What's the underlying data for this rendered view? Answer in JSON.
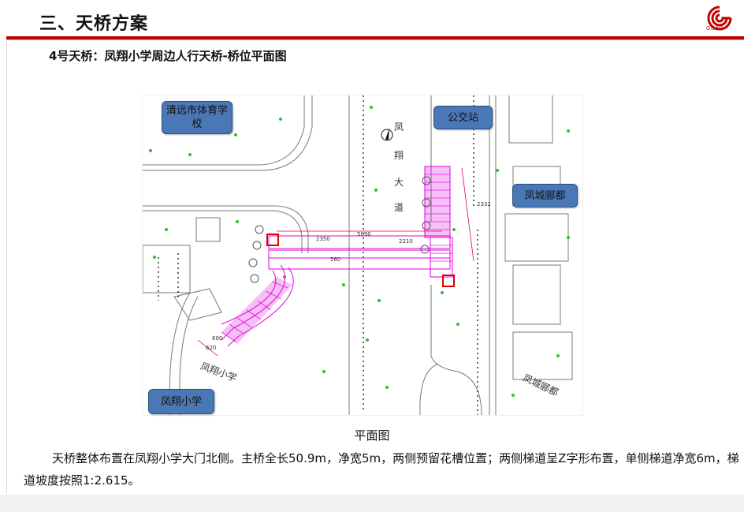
{
  "header": {
    "title": "三、天桥方案",
    "logo_text": "GDAD",
    "accent_color": "#c00000"
  },
  "subtitle": "4号天桥：凤翔小学周边人行天桥-桥位平面图",
  "plan": {
    "callouts": {
      "gym": "清远市体育学校",
      "bus": "公交站",
      "city": "凤城郦都",
      "school": "凤翔小学"
    },
    "road_vertical": [
      "凤",
      "翔",
      "大",
      "道"
    ],
    "school_road": "凤翔小学",
    "city_road": "凤城郦都",
    "dims": {
      "d1": "2350",
      "d2": "5090",
      "d3": "2210",
      "d4": "560",
      "d5": "2332",
      "d6": "600",
      "d7": "620"
    },
    "bridge_color": "#e000e0",
    "callout_color": "#4a78b6"
  },
  "caption": "平面图",
  "paragraph": "天桥整体布置在凤翔小学大门北侧。主桥全长50.9m，净宽5m，两侧预留花槽位置；两侧梯道呈Z字形布置，单侧梯道净宽6m，梯道坡度按照1:2.615。"
}
